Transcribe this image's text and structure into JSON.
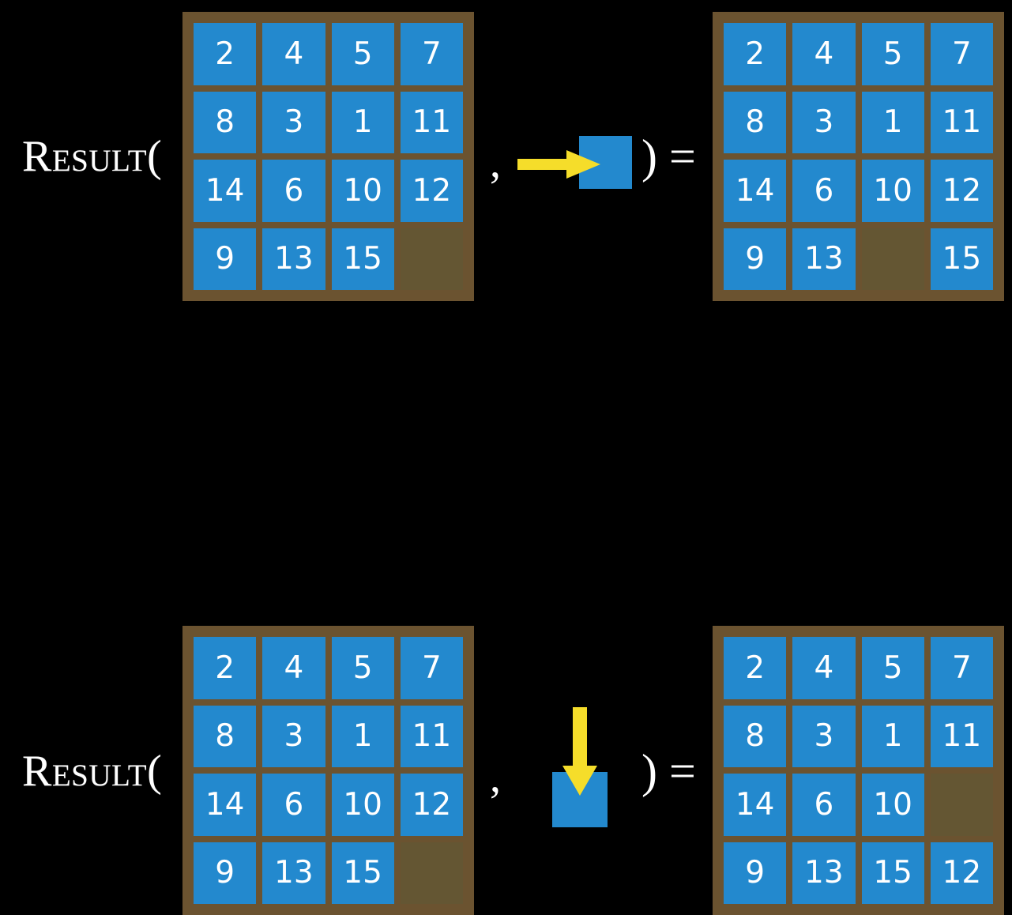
{
  "background_color": "#000000",
  "palette": {
    "tile_blue": "#2389ce",
    "board_frame_brown": "#6b5330",
    "empty_cell_brown": "#645633",
    "arrow_yellow": "#f5dd2a",
    "text_white": "#ffffff"
  },
  "rows": [
    {
      "id": "row-right-move",
      "label": "Result(",
      "comma": ",",
      "closing": ") =",
      "action": {
        "name": "move-right",
        "direction": "right",
        "arrow_icon": "arrow-right-icon",
        "square_icon": "blue-tile-icon"
      },
      "input_board": {
        "name": "input-board-right-move",
        "grid": [
          [
            "2",
            "4",
            "5",
            "7"
          ],
          [
            "8",
            "3",
            "1",
            "11"
          ],
          [
            "14",
            "6",
            "10",
            "12"
          ],
          [
            "9",
            "13",
            "15",
            ""
          ]
        ]
      },
      "output_board": {
        "name": "output-board-right-move",
        "grid": [
          [
            "2",
            "4",
            "5",
            "7"
          ],
          [
            "8",
            "3",
            "1",
            "11"
          ],
          [
            "14",
            "6",
            "10",
            "12"
          ],
          [
            "9",
            "13",
            "",
            "15"
          ]
        ]
      }
    },
    {
      "id": "row-down-move",
      "label": "Result(",
      "comma": ",",
      "closing": ") =",
      "action": {
        "name": "move-down",
        "direction": "down",
        "arrow_icon": "arrow-down-icon",
        "square_icon": "blue-tile-icon"
      },
      "input_board": {
        "name": "input-board-down-move",
        "grid": [
          [
            "2",
            "4",
            "5",
            "7"
          ],
          [
            "8",
            "3",
            "1",
            "11"
          ],
          [
            "14",
            "6",
            "10",
            "12"
          ],
          [
            "9",
            "13",
            "15",
            ""
          ]
        ]
      },
      "output_board": {
        "name": "output-board-down-move",
        "grid": [
          [
            "2",
            "4",
            "5",
            "7"
          ],
          [
            "8",
            "3",
            "1",
            "11"
          ],
          [
            "14",
            "6",
            "10",
            ""
          ],
          [
            "9",
            "13",
            "15",
            "12"
          ]
        ]
      }
    }
  ]
}
